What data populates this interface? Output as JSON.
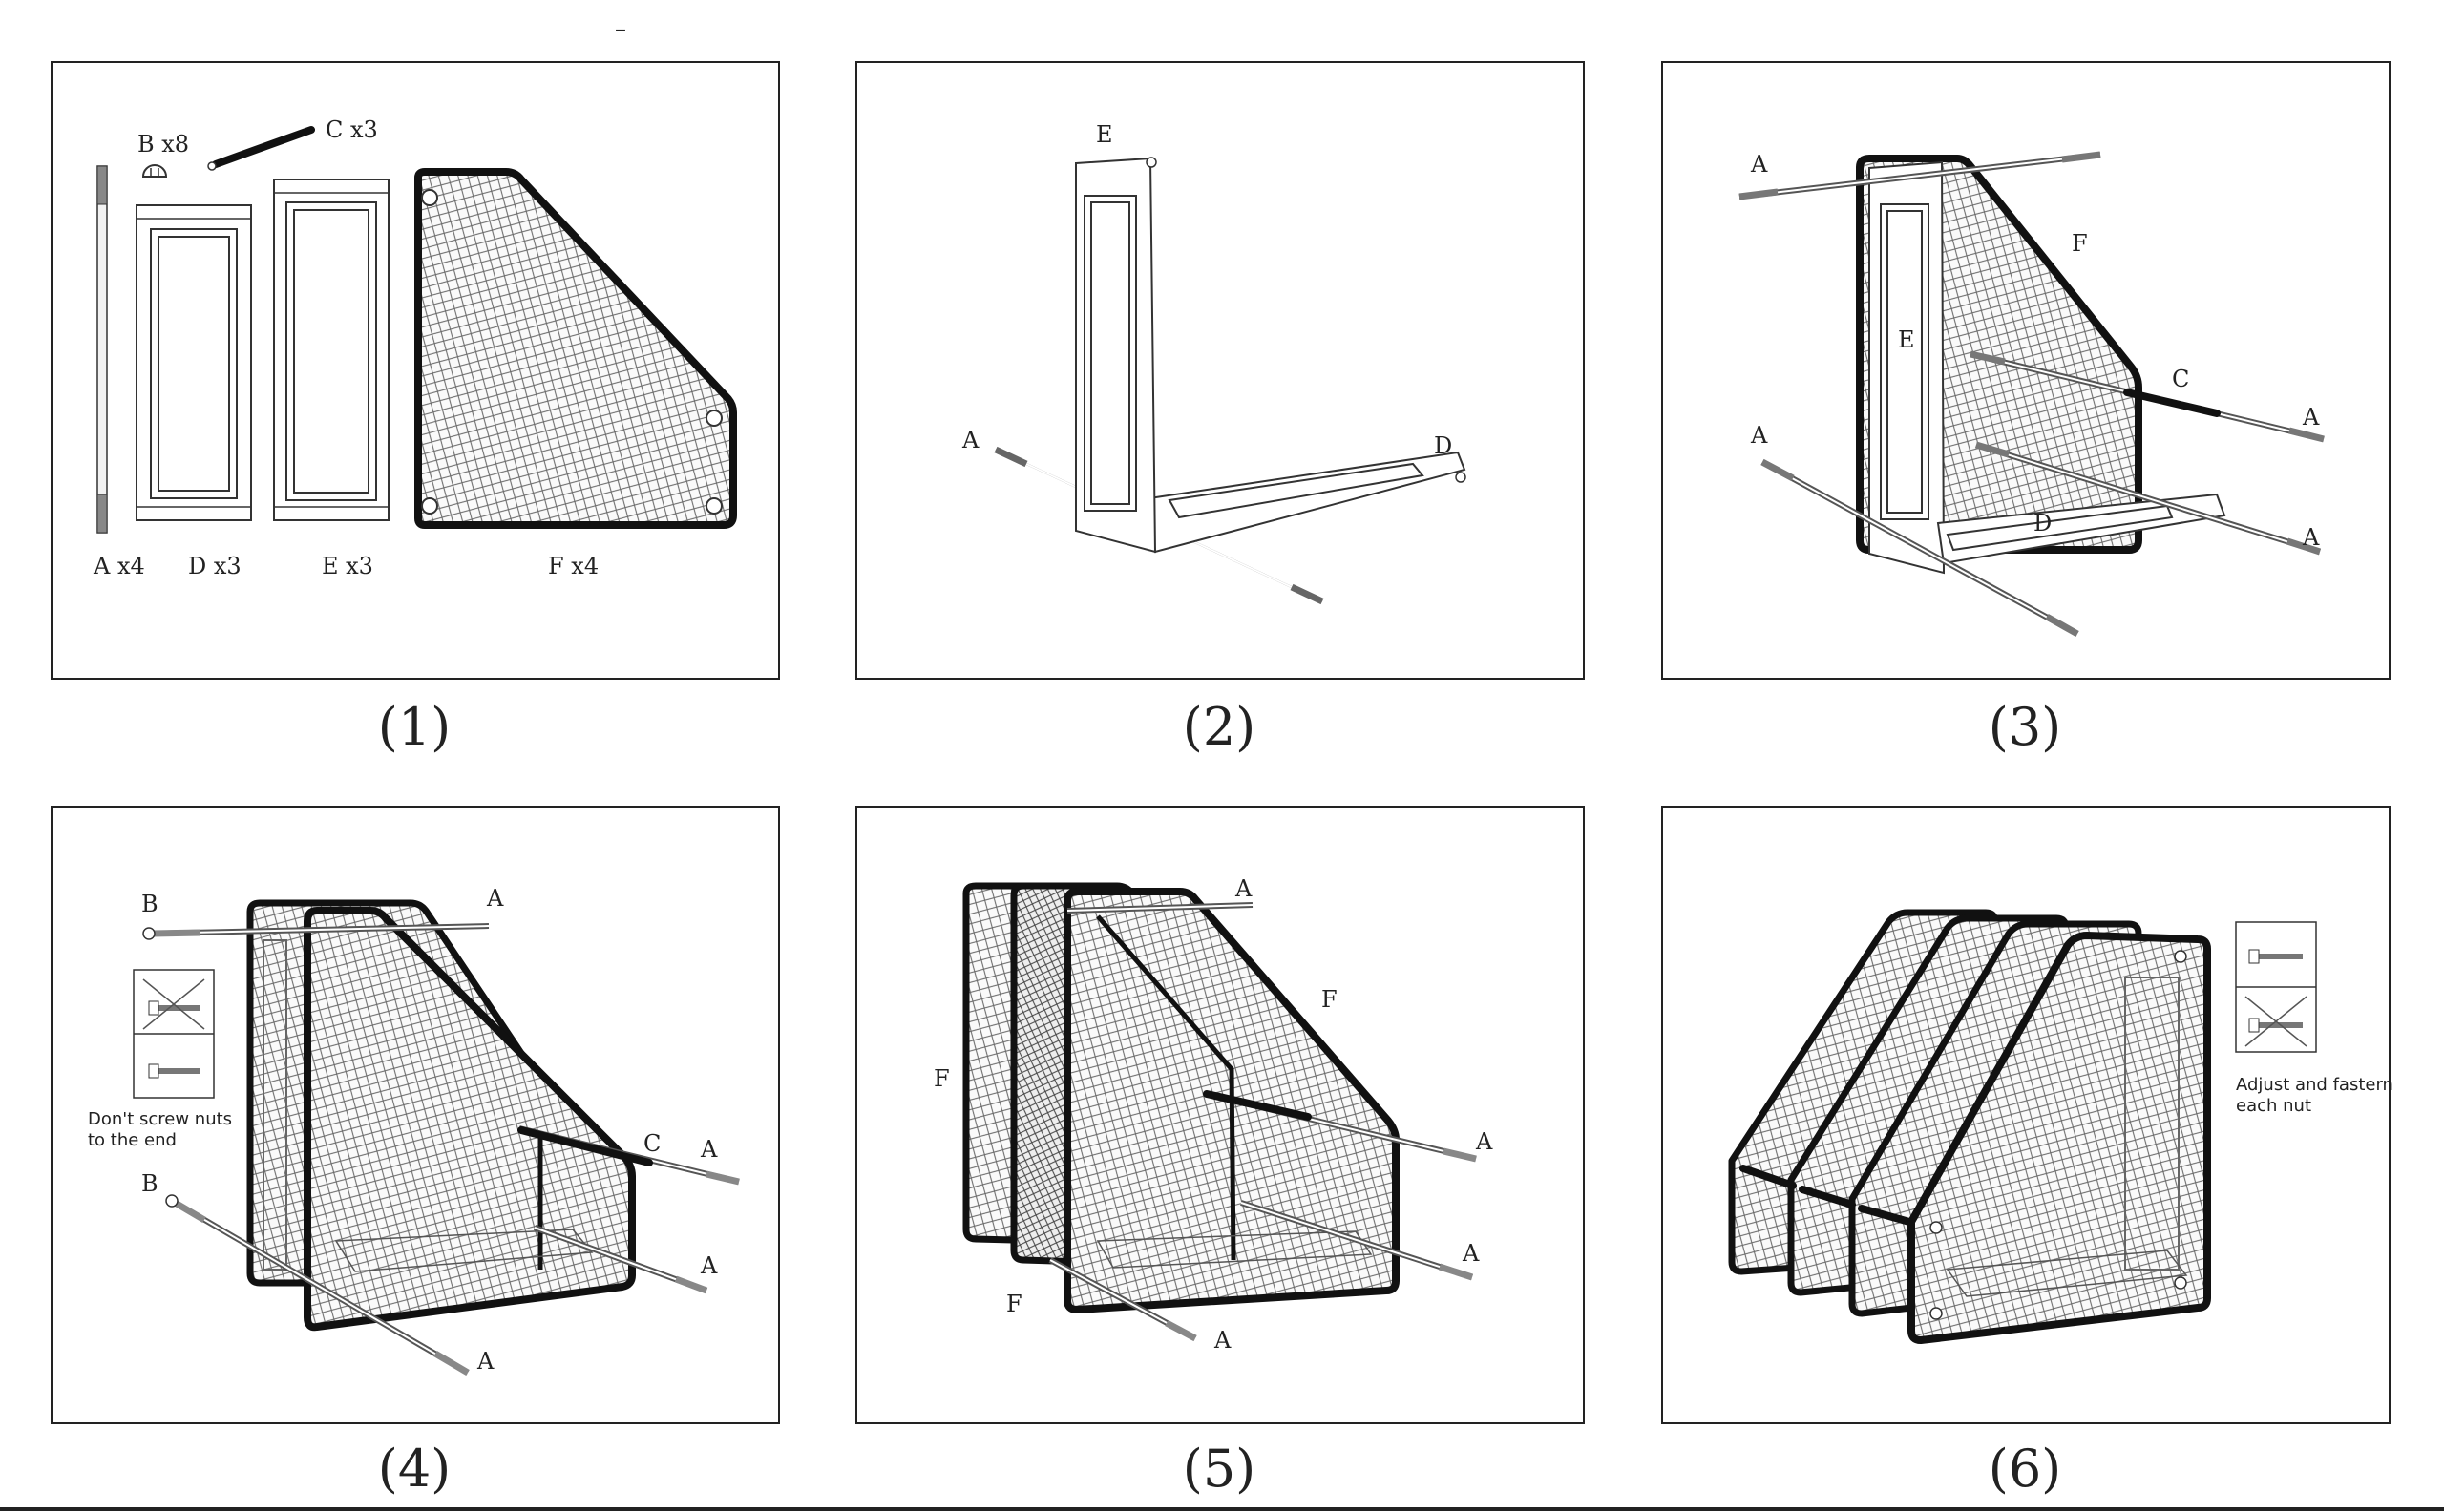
{
  "top_mark": "–",
  "panels": [
    {
      "caption": "(1)",
      "labels": {
        "b": "B x8",
        "c": "C x3",
        "a": "A x4",
        "d": "D x3",
        "e": "E x3",
        "f": "F x4"
      }
    },
    {
      "caption": "(2)",
      "labels": {
        "e": "E",
        "a": "A",
        "d": "D"
      }
    },
    {
      "caption": "(3)",
      "labels": {
        "a1": "A",
        "f": "F",
        "e": "E",
        "c": "C",
        "a2": "A",
        "a3": "A",
        "d": "D",
        "a4": "A"
      }
    },
    {
      "caption": "(4)",
      "labels": {
        "b1": "B",
        "a1": "A",
        "c": "C",
        "a2": "A",
        "b2": "B",
        "a3": "A",
        "a4": "A"
      },
      "note_line1": "Don't  screw  nuts",
      "note_line2": "to  the end"
    },
    {
      "caption": "(5)",
      "labels": {
        "a1": "A",
        "f1": "F",
        "f2": "F",
        "a2": "A",
        "a3": "A",
        "f3": "F",
        "a4": "A"
      }
    },
    {
      "caption": "(6)",
      "note_line1": "Adjust and fastern",
      "note_line2": "each nut"
    }
  ]
}
